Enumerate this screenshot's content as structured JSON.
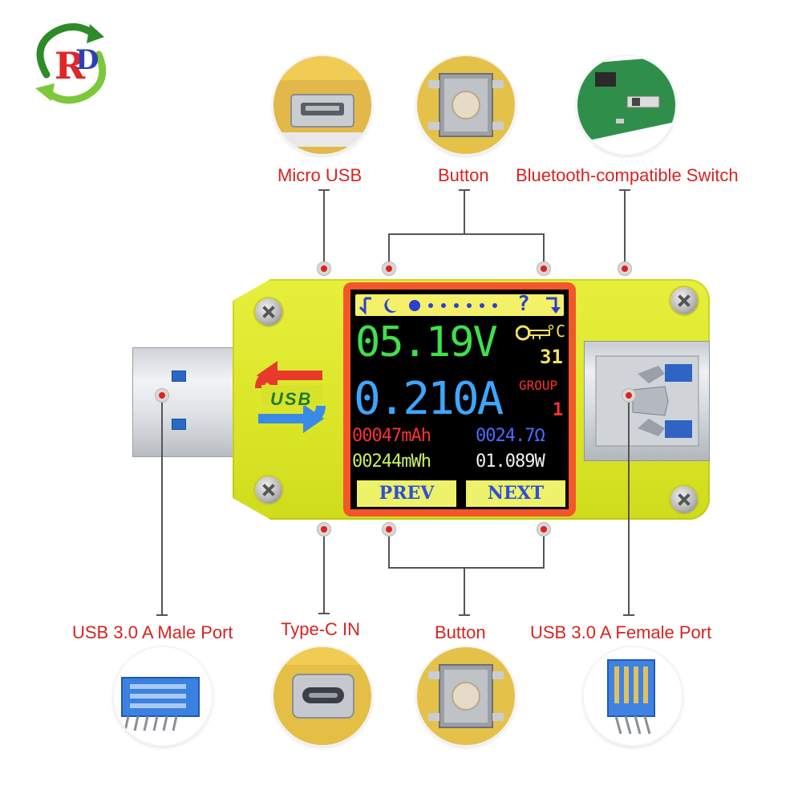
{
  "labels": {
    "micro_usb": "Micro USB",
    "button_top": "Button",
    "bt_switch": "Bluetooth-compatible Switch",
    "usb_male": "USB 3.0 A Male Port",
    "type_c": "Type-C IN",
    "button_bottom": "Button",
    "usb_female": "USB 3.0 A Female Port"
  },
  "screen": {
    "voltage": "05.19V",
    "temp_unit": "°C",
    "temp_value": "31",
    "current": "0.210A",
    "group_label": "GROUP",
    "group_value": "1",
    "capacity": "00047mAh",
    "resistance": "0024.7Ω",
    "energy": "00244mWh",
    "power": "01.089W",
    "prev_label": "PREV",
    "next_label": "NEXT",
    "status_question": "?"
  },
  "device": {
    "usb_logo": "USB"
  },
  "colors": {
    "label_red": "#d8231f",
    "body_yellow": "#dbe628",
    "bezel_orange": "#f2562a",
    "voltage_green": "#3fe04a",
    "current_blue": "#3ea6ff",
    "capacity_red": "#ff3030",
    "resistance_blue": "#4a6cff",
    "energy_lime": "#c8f060",
    "power_white": "#f0f0f0",
    "softkey_yellow": "#eef26a"
  }
}
